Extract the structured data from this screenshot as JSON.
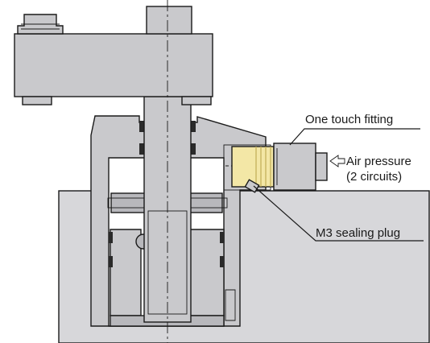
{
  "labels": {
    "fitting": "One touch fitting",
    "air_pressure": "Air pressure",
    "circuits": "(2 circuits)",
    "sealing_plug": "M3 sealing plug"
  },
  "colors": {
    "body_gray": "#c9c9cc",
    "dark_gray": "#9a9a9e",
    "cavity_white": "#ffffff",
    "fitting_yellow": "#f3e7a6",
    "fitting_yellow_dark": "#d9c66a",
    "air_arrow": "#e8e2b0"
  }
}
